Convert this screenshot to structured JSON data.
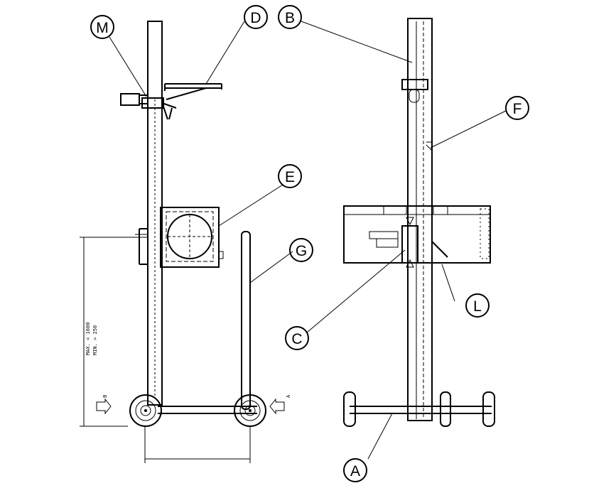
{
  "callouts": {
    "m": "M",
    "d": "D",
    "b": "B",
    "f": "F",
    "e": "E",
    "g": "G",
    "l": "L",
    "c": "C",
    "a": "A"
  },
  "dimensions": {
    "height_max": "MAX. < 1600",
    "height_min": "MIN. > 250"
  },
  "view_marks": {
    "left": "B",
    "right": "A"
  }
}
